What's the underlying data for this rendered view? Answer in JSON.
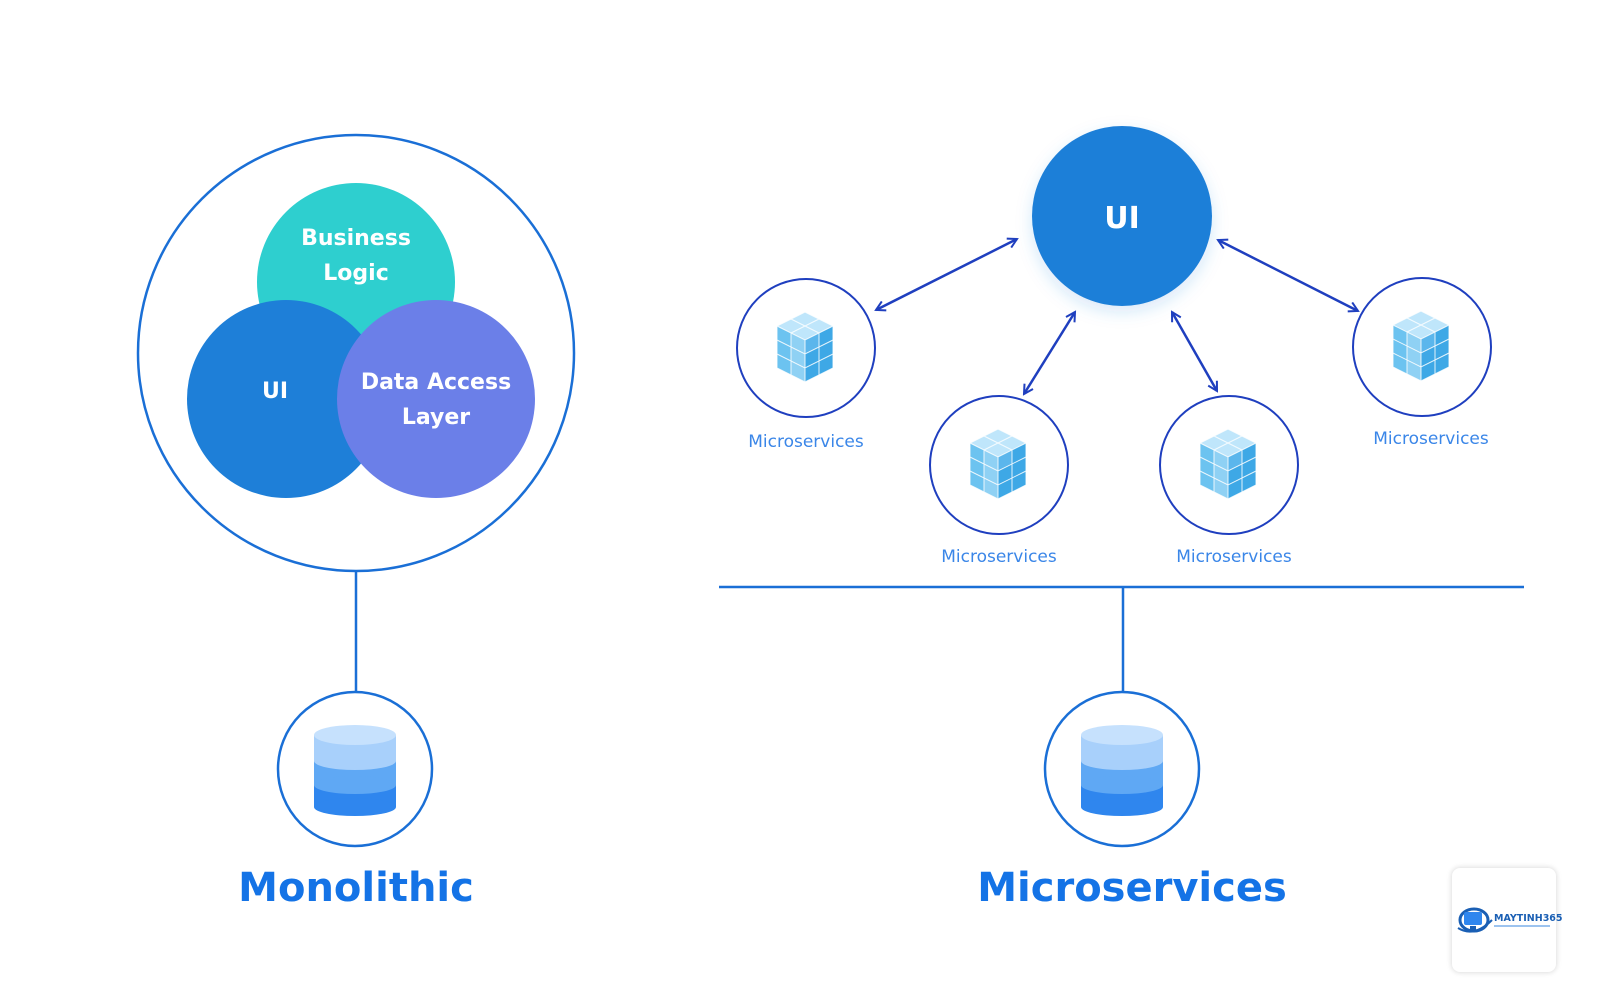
{
  "monolithic": {
    "title": "Monolithic",
    "venn": {
      "business_logic_line1": "Business",
      "business_logic_line2": "Logic",
      "ui": "UI",
      "data_access_line1": "Data Access",
      "data_access_line2": "Layer"
    }
  },
  "microservices": {
    "title": "Microservices",
    "ui_node": "UI",
    "services": [
      {
        "label": "Microservices"
      },
      {
        "label": "Microservices"
      },
      {
        "label": "Microservices"
      },
      {
        "label": "Microservices"
      }
    ]
  },
  "watermark": {
    "brand": "MAYTINH365"
  },
  "colors": {
    "primary_blue": "#1473e6",
    "ui_blue": "#1e7fd8",
    "teal": "#2ecfcf",
    "periwinkle": "#6b7fe8",
    "outline_blue": "#1a6fd6",
    "arrow_blue": "#1f3fbf",
    "cube_blue": "#6cc3f0",
    "db_light": "#a8d0fb",
    "db_mid": "#5fa8f4",
    "db_dark": "#2f86ee"
  },
  "icons": {
    "service": "cube-cluster-icon",
    "database": "database-icon",
    "arrow": "double-arrow-icon"
  }
}
